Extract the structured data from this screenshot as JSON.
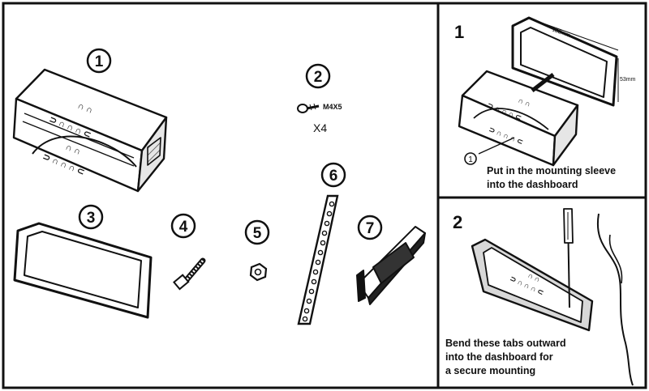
{
  "parts": [
    {
      "number": "1"
    },
    {
      "number": "2",
      "label": "M4X5",
      "qty": "X4"
    },
    {
      "number": "3"
    },
    {
      "number": "4"
    },
    {
      "number": "5"
    },
    {
      "number": "6"
    },
    {
      "number": "7"
    }
  ],
  "steps": [
    {
      "number": "1",
      "callout": "1",
      "dim_width": "182mm",
      "dim_height": "53mm",
      "caption_lines": [
        "Put in the mounting sleeve",
        "into the dashboard"
      ]
    },
    {
      "number": "2",
      "caption_lines": [
        "Bend these tabs outward",
        "into the dashboard for",
        "a secure mounting"
      ]
    }
  ],
  "colors": {
    "ink": "#111111",
    "background": "#ffffff",
    "shade": "#d8d8d8"
  }
}
